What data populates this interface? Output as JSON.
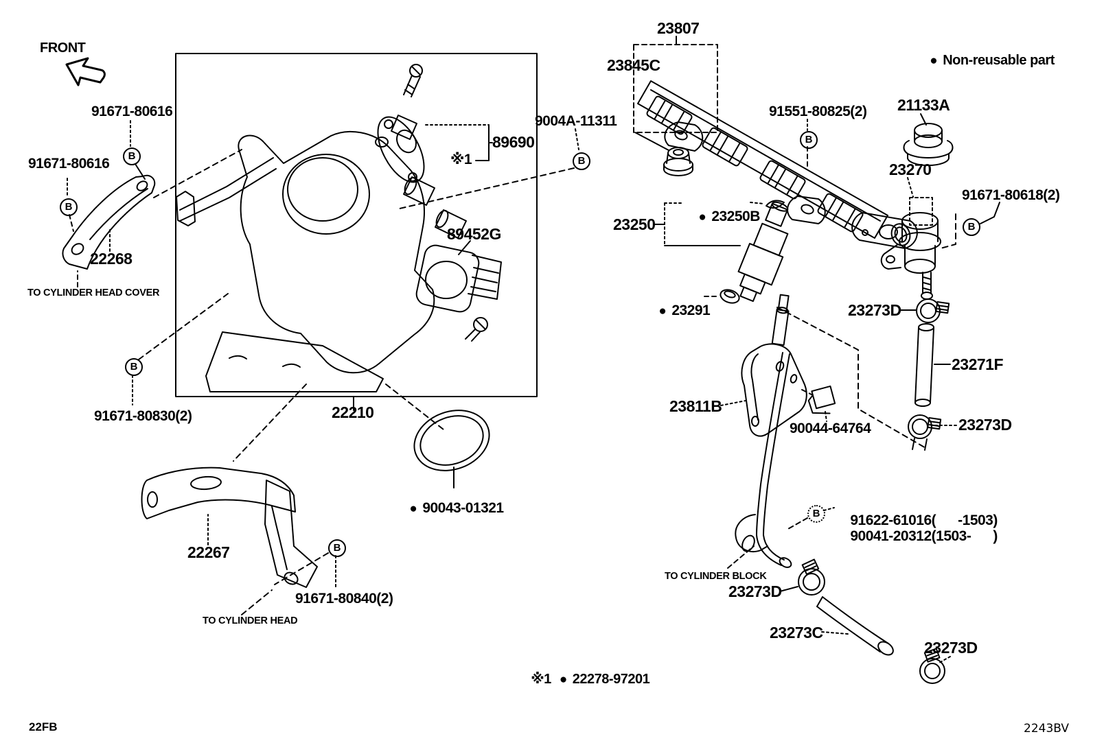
{
  "direction": {
    "front": "FRONT"
  },
  "legend": {
    "bullet": "●",
    "non_reusable": "Non-reusable part"
  },
  "note": {
    "ref": "※1",
    "bullet": "●",
    "part": "22278-97201"
  },
  "footer": {
    "left_code": "22FB",
    "right_code": "2243BV"
  },
  "callout_letter": "B",
  "parts": {
    "p91671_80616": "91671-80616",
    "p22268": "22268",
    "to_cylinder_head_cover": "TO CYLINDER HEAD COVER",
    "p89690": "89690",
    "p9004A_11311": "9004A-11311",
    "ref1": "※1",
    "p89452G": "89452G",
    "p22210": "22210",
    "p91671_80830": "91671-80830(2)",
    "p90043_01321": "90043-01321",
    "p22267": "22267",
    "p91671_80840": "91671-80840(2)",
    "to_cylinder_head": "TO CYLINDER HEAD",
    "p23807": "23807",
    "p23845C": "23845C",
    "p91551_80825": "91551-80825(2)",
    "p21133A": "21133A",
    "p23270": "23270",
    "p91671_80618": "91671-80618(2)",
    "p23250B": "23250B",
    "p23250": "23250",
    "p23291": "23291",
    "p23273D": "23273D",
    "p23271F": "23271F",
    "p23811B": "23811B",
    "p90044_64764": "90044-64764",
    "p91622_61016": "91622-61016",
    "p91622_range": "(      -1503)",
    "p90041_20312": "90041-20312",
    "p90041_range": "(1503-      )",
    "to_cylinder_block": "TO CYLINDER BLOCK",
    "p23273C": "23273C"
  },
  "colors": {
    "line": "#000000",
    "background": "#ffffff"
  }
}
